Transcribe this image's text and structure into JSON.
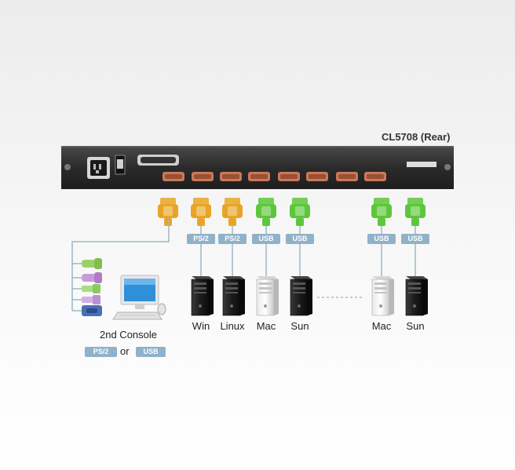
{
  "title": "CL5708 (Rear)",
  "ports": [
    {
      "type": "PS/2",
      "color": "#e8a525"
    },
    {
      "type": "PS/2",
      "color": "#e8a525"
    },
    {
      "type": "PS/2",
      "color": "#e8a525"
    },
    {
      "type": "USB",
      "color": "#5cc73a"
    },
    {
      "type": "USB",
      "color": "#5cc73a"
    },
    {
      "type": "USB",
      "color": "#5cc73a"
    },
    {
      "type": "USB",
      "color": "#5cc73a"
    }
  ],
  "badges": [
    "PS/2",
    "PS/2",
    "USB",
    "USB",
    "USB",
    "USB"
  ],
  "hosts": [
    {
      "label": "Win",
      "tower": "black"
    },
    {
      "label": "Linux",
      "tower": "black"
    },
    {
      "label": "Mac",
      "tower": "silver"
    },
    {
      "label": "Sun",
      "tower": "black"
    },
    {
      "label": "Mac",
      "tower": "silver"
    },
    {
      "label": "Sun",
      "tower": "black"
    }
  ],
  "console": {
    "label": "2nd Console",
    "option_a": "PS/2",
    "or_text": "or",
    "option_b": "USB"
  },
  "colors": {
    "panel": "#2e2e2e",
    "vga_port": "#c87a5a",
    "ps2_connector": "#e8a525",
    "usb_connector": "#5cc73a",
    "badge": "#8fb2c9",
    "cable": "#9ab8c8",
    "keyboard_plug": "#9bd16b",
    "mouse_plug": "#c79bd8"
  }
}
